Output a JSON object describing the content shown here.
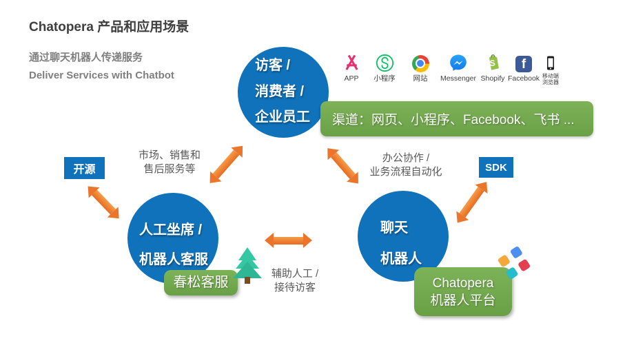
{
  "header": {
    "title": "Chatopera 产品和应用场景",
    "subtitle_zh": "通过聊天机器人传递服务",
    "subtitle_en": "Deliver Services with Chatbot"
  },
  "channels": {
    "banner": "渠道：网页、小程序、Facebook、飞书 ...",
    "items": [
      {
        "icon": "app-store-icon",
        "label": "APP"
      },
      {
        "icon": "mini-program-icon",
        "label": "小程序"
      },
      {
        "icon": "chrome-browser-icon",
        "label": "网站"
      },
      {
        "icon": "messenger-icon",
        "label": "Messenger"
      },
      {
        "icon": "shopify-icon",
        "label": "Shopify"
      },
      {
        "icon": "facebook-icon",
        "label": "Facebook"
      },
      {
        "icon": "mobile-browser-icon",
        "label_line1": "移动端",
        "label_line2": "浏览器"
      }
    ]
  },
  "nodes": {
    "visitors": {
      "lines": [
        "访客 /",
        "消费者 /",
        "企业员工"
      ]
    },
    "agents": {
      "lines": [
        "人工坐席 /",
        "机器人客服"
      ]
    },
    "chatbot": {
      "lines": [
        "聊天",
        "机器人"
      ]
    }
  },
  "badges": {
    "open_source": "开源",
    "sdk": "SDK",
    "chunsong": "春松客服",
    "chatopera_line1": "Chatopera",
    "chatopera_line2": "机器人平台"
  },
  "edge_labels": {
    "market": [
      "市场、销售和",
      "售后服务等"
    ],
    "office": [
      "办公协作 /",
      "业务流程自动化"
    ],
    "assist": [
      "辅助人工 /",
      "接待访客"
    ]
  },
  "icon_glyphs": {
    "shopify_letter": "S",
    "facebook_letter": "f"
  },
  "colors": {
    "node_blue": "#1072BA",
    "badge_green": "#73A950",
    "arrow_orange": "#EB762B",
    "label_gray": "#595959",
    "title_gray": "#3F3F3F"
  }
}
